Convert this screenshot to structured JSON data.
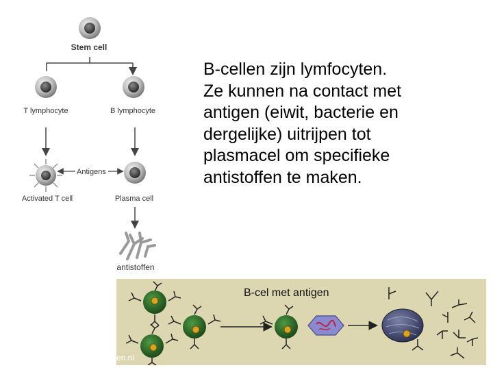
{
  "diagram": {
    "stem_cell_label": "Stem cell",
    "t_lymphocyte_label": "T lymphocyte",
    "b_lymphocyte_label": "B lymphocyte",
    "antigens_label": "Antigens",
    "activated_t_cell_label": "Activated T cell",
    "plasma_cell_label": "Plasma cell",
    "antibodies_label": "antistoffen"
  },
  "slide_text": {
    "lines": [
      "B-cellen zijn lymfocyten.",
      "Ze kunnen na contact met",
      "antigen (eiwit, bacterie en",
      "dergelijke) uitrijpen tot",
      "plasmacel om specifieke",
      "antistoffen te maken."
    ]
  },
  "bottom_panel": {
    "title": "B-cel met antigen",
    "site_label": "en.nl"
  },
  "colors": {
    "panel_background": "#dcd7b0",
    "b_cell": "#2f6f2a",
    "nucleus": "#d9a520",
    "antigen": "#8a8ad0",
    "plasma_cell": "#4a4f78"
  }
}
